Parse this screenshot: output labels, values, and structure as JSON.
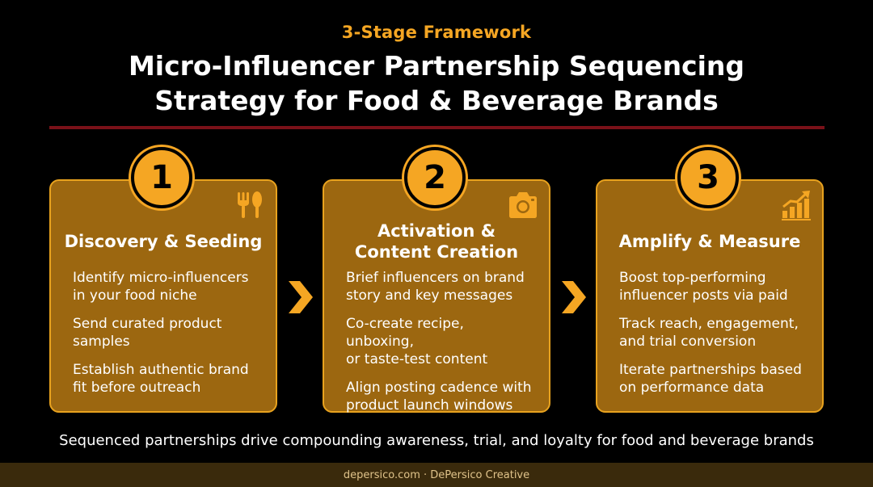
{
  "header": {
    "eyebrow": "3-Stage Framework",
    "title_line1": "Micro-Influencer Partnership Sequencing",
    "title_line2": "Strategy for Food & Beverage Brands"
  },
  "colors": {
    "accent": "#f5a623",
    "card_fill": "#9c6710",
    "divider": "#7a1119",
    "background": "#000000"
  },
  "stages": [
    {
      "number": "1",
      "icon": "utensils-icon",
      "title_lines": [
        "Discovery & Seeding"
      ],
      "bullets": [
        [
          "Identify micro-influencers",
          "in your food niche"
        ],
        [
          "Send curated product",
          "samples"
        ],
        [
          "Establish authentic brand",
          "fit before outreach"
        ]
      ]
    },
    {
      "number": "2",
      "icon": "camera-icon",
      "title_lines": [
        "Activation &",
        "Content Creation"
      ],
      "bullets": [
        [
          "Brief influencers on brand",
          "story and key messages"
        ],
        [
          "Co-create recipe, unboxing,",
          "or taste-test content"
        ],
        [
          "Align posting cadence with",
          "product launch windows"
        ]
      ]
    },
    {
      "number": "3",
      "icon": "growth-chart-icon",
      "title_lines": [
        "Amplify & Measure"
      ],
      "bullets": [
        [
          "Boost top-performing",
          "influencer posts via paid"
        ],
        [
          "Track reach, engagement,",
          "and trial conversion"
        ],
        [
          "Iterate partnerships based",
          "on performance data"
        ]
      ]
    }
  ],
  "tagline": "Sequenced partnerships drive compounding awareness, trial, and loyalty for food and beverage brands",
  "footer": "depersico.com · DePersico Creative"
}
